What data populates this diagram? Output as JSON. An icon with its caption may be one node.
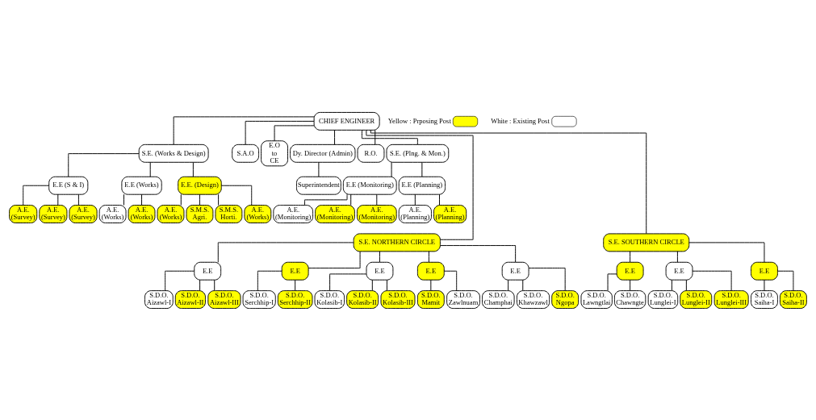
{
  "diagram": {
    "nodes": [
      {
        "text": [
          "CHIEF ENGINEER"
        ]
      },
      {
        "text": [
          "S.E. (Works & Design)"
        ]
      },
      {
        "text": [
          "S.A.O"
        ]
      },
      {
        "text": [
          "E.O to CE"
        ]
      },
      {
        "text": [
          "Dy. Director (Admin)"
        ]
      },
      {
        "text": [
          "R.O."
        ]
      },
      {
        "text": [
          "S.E. (Plng. & Mon.)"
        ]
      },
      {
        "text": [
          "E.E (S & I)"
        ]
      },
      {
        "text": [
          "E.E (Works)"
        ]
      },
      {
        "text": [
          "E.E. (Design)"
        ]
      },
      {
        "text": [
          "Superintendent"
        ]
      },
      {
        "text": [
          "E.E (Monitoring)"
        ]
      },
      {
        "text": [
          "E.E (Planning)"
        ]
      },
      {
        "text": [
          "A.E.(Survey)"
        ]
      },
      {
        "text": [
          "A.E.(Survey)"
        ]
      },
      {
        "text": [
          "A.E.(Survey)"
        ]
      },
      {
        "text": [
          "A.E.(Works)"
        ]
      },
      {
        "text": [
          "A.E.(Works)"
        ]
      },
      {
        "text": [
          "A.E.(Works)"
        ]
      },
      {
        "text": [
          "S.M.S. Agri."
        ]
      },
      {
        "text": [
          "S.M.S. Horti."
        ]
      },
      {
        "text": [
          "A.E.(Works)"
        ]
      },
      {
        "text": [
          "A.E.(Monitoring)"
        ]
      },
      {
        "text": [
          "A.E.(Monitoring)"
        ]
      },
      {
        "text": [
          "A.E.(Monitoring)"
        ]
      },
      {
        "text": [
          "A.E.(Planning)"
        ]
      },
      {
        "text": [
          "A.E.(Planning)"
        ]
      },
      {
        "text": [
          "S.E. NORTHERN CIRCLE"
        ]
      },
      {
        "text": [
          "S.E. SOUTHERN CIRCLE"
        ]
      },
      {
        "text": [
          "E.E"
        ]
      },
      {
        "text": [
          "E.E"
        ]
      },
      {
        "text": [
          "E.E"
        ]
      },
      {
        "text": [
          "E.E"
        ]
      },
      {
        "text": [
          "E.E"
        ]
      },
      {
        "text": [
          "E.E"
        ]
      },
      {
        "text": [
          "E.E"
        ]
      },
      {
        "text": [
          "E.E"
        ]
      },
      {
        "text": [
          "S.D.O. Aizawl-I"
        ]
      },
      {
        "text": [
          "S.D.O. Aizawl-II"
        ]
      },
      {
        "text": [
          "S.D.O. Aizawl-III"
        ]
      },
      {
        "text": [
          "S.D.O. Serchhip-I"
        ]
      },
      {
        "text": [
          "S.D.O. Serchhip-II"
        ]
      },
      {
        "text": [
          "S.D.O. Kolasib-I"
        ]
      },
      {
        "text": [
          "S.D.O. Kolasib-II"
        ]
      },
      {
        "text": [
          "S.D.O. Kolasib-III"
        ]
      },
      {
        "text": [
          "S.D.O. Mamit"
        ]
      },
      {
        "text": [
          "S.D.O. Zawlnuam"
        ]
      },
      {
        "text": [
          "S.D.O. Champhai"
        ]
      },
      {
        "text": [
          "S.D.O. Khawzawl"
        ]
      },
      {
        "text": [
          "S.D.O. Ngopa"
        ]
      },
      {
        "text": [
          "S.D.O. Lawngtlai"
        ]
      },
      {
        "text": [
          "S.D.O. Chawngte"
        ]
      },
      {
        "text": [
          "S.D.O. Lunglei-I"
        ]
      },
      {
        "text": [
          "S.D.O. Lunglei-II"
        ]
      },
      {
        "text": [
          "S.D.O. Lunglei-III"
        ]
      },
      {
        "text": [
          "S.D.O. Saiha-I"
        ]
      },
      {
        "text": [
          "S.D.O. Saiha-II"
        ]
      }
    ],
    "edges": [
      {
        "from": 0,
        "to": 1,
        "arrow": "none"
      },
      {
        "from": 0,
        "to": 2,
        "arrow": "none"
      },
      {
        "from": 0,
        "to": 3,
        "arrow": "none"
      },
      {
        "from": 0,
        "to": 4,
        "arrow": "none"
      },
      {
        "from": 0,
        "to": 5,
        "arrow": "none"
      },
      {
        "from": 0,
        "to": 6,
        "arrow": "none"
      },
      {
        "from": 1,
        "to": 7,
        "arrow": "none"
      },
      {
        "from": 1,
        "to": 8,
        "arrow": "none"
      },
      {
        "from": 1,
        "to": 9,
        "arrow": "none"
      },
      {
        "from": 4,
        "to": 10,
        "arrow": "none"
      },
      {
        "from": 6,
        "to": 11,
        "arrow": "none"
      },
      {
        "from": 6,
        "to": 12,
        "arrow": "none"
      },
      {
        "from": 7,
        "to": 13,
        "arrow": "none"
      },
      {
        "from": 7,
        "to": 14,
        "arrow": "none"
      },
      {
        "from": 7,
        "to": 15,
        "arrow": "none"
      },
      {
        "from": 8,
        "to": 16,
        "arrow": "none"
      },
      {
        "from": 8,
        "to": 17,
        "arrow": "none"
      },
      {
        "from": 9,
        "to": 18,
        "arrow": "none"
      },
      {
        "from": 9,
        "to": 19,
        "arrow": "none"
      },
      {
        "from": 9,
        "to": 20,
        "arrow": "none"
      },
      {
        "from": 9,
        "to": 21,
        "arrow": "none"
      },
      {
        "from": 11,
        "to": 22,
        "arrow": "none"
      },
      {
        "from": 11,
        "to": 23,
        "arrow": "none"
      },
      {
        "from": 11,
        "to": 24,
        "arrow": "none"
      },
      {
        "from": 12,
        "to": 25,
        "arrow": "none"
      },
      {
        "from": 12,
        "to": 26,
        "arrow": "none"
      },
      {
        "from": 0,
        "to": 27,
        "arrow": "none"
      },
      {
        "from": 0,
        "to": 28,
        "arrow": "none"
      },
      {
        "from": 27,
        "to": 29,
        "arrow": "none"
      },
      {
        "from": 27,
        "to": 30,
        "arrow": "none"
      },
      {
        "from": 27,
        "to": 31,
        "arrow": "none"
      },
      {
        "from": 27,
        "to": 32,
        "arrow": "none"
      },
      {
        "from": 27,
        "to": 33,
        "arrow": "none"
      },
      {
        "from": 28,
        "to": 34,
        "arrow": "none"
      },
      {
        "from": 28,
        "to": 35,
        "arrow": "none"
      },
      {
        "from": 28,
        "to": 36,
        "arrow": "none"
      },
      {
        "from": 29,
        "to": 37,
        "arrow": "none"
      },
      {
        "from": 29,
        "to": 38,
        "arrow": "none"
      },
      {
        "from": 29,
        "to": 39,
        "arrow": "none"
      },
      {
        "from": 30,
        "to": 40,
        "arrow": "none"
      },
      {
        "from": 30,
        "to": 41,
        "arrow": "none"
      },
      {
        "from": 31,
        "to": 42,
        "arrow": "none"
      },
      {
        "from": 31,
        "to": 43,
        "arrow": "none"
      },
      {
        "from": 31,
        "to": 44,
        "arrow": "none"
      },
      {
        "from": 32,
        "to": 45,
        "arrow": "none"
      },
      {
        "from": 32,
        "to": 46,
        "arrow": "none"
      },
      {
        "from": 33,
        "to": 47,
        "arrow": "none"
      },
      {
        "from": 33,
        "to": 48,
        "arrow": "none"
      },
      {
        "from": 33,
        "to": 49,
        "arrow": "none"
      },
      {
        "from": 34,
        "to": 50,
        "arrow": "none"
      },
      {
        "from": 34,
        "to": 51,
        "arrow": "none"
      },
      {
        "from": 35,
        "to": 52,
        "arrow": "none"
      },
      {
        "from": 35,
        "to": 53,
        "arrow": "none"
      },
      {
        "from": 35,
        "to": 54,
        "arrow": "none"
      },
      {
        "from": 36,
        "to": 55,
        "arrow": "none"
      },
      {
        "from": 36,
        "to": 56,
        "arrow": "none"
      }
    ],
    "legend": [
      {
        "text": "Yellow : Prposing Post",
        "color": "#ffff00"
      },
      {
        "text": "White : Existing Post",
        "color": "#ffffff"
      }
    ]
  }
}
